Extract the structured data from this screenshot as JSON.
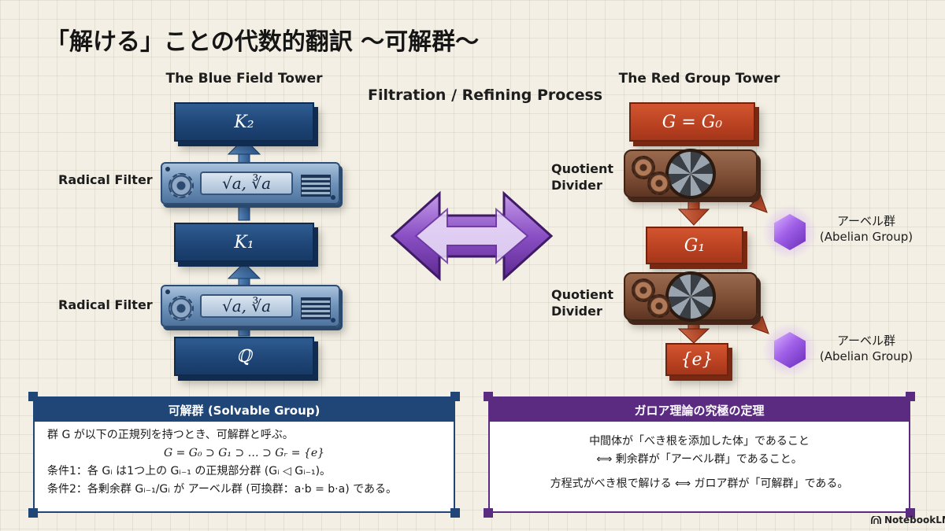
{
  "title": "「解ける」ことの代数的翻訳 〜可解群〜",
  "center": {
    "title": "Filtration / Refining Process"
  },
  "blue_tower": {
    "title": "The Blue Field Tower",
    "blocks": [
      "K₂",
      "K₁",
      "ℚ"
    ],
    "filter_label": "Radical Filter",
    "filter_formula": "√a, ∛a"
  },
  "red_tower": {
    "title": "The Red Group Tower",
    "blocks": [
      "G = G₀",
      "G₁",
      "{e}"
    ],
    "divider_label_line1": "Quotient",
    "divider_label_line2": "Divider",
    "output_label_line1": "アーベル群",
    "output_label_line2": "(Abelian Group)"
  },
  "left_panel": {
    "heading": "可解群 (Solvable Group)",
    "line1": "群 G が以下の正規列を持つとき、可解群と呼ぶ。",
    "line2": "G = G₀ ⊃ G₁ ⊃ … ⊃ Gᵣ = {e}",
    "line3": "条件1：各 Gᵢ は1つ上の Gᵢ₋₁ の正規部分群 (Gᵢ ◁ Gᵢ₋₁)。",
    "line4": "条件2：各剰余群 Gᵢ₋₁/Gᵢ が アーベル群 (可換群：a·b = b·a) である。"
  },
  "right_panel": {
    "heading": "ガロア理論の究極の定理",
    "line1": "中間体が「べき根を添加した体」であること",
    "line2": "⟺ 剰余群が「アーベル群」であること。",
    "line3": "方程式がべき根で解ける ⟺ ガロア群が「可解群」である。"
  },
  "logo": {
    "text": "NotebookLM"
  },
  "colors": {
    "blue": "#1f4677",
    "red": "#b94121",
    "purple": "#5b2b82",
    "crystal": "#a060e8"
  }
}
